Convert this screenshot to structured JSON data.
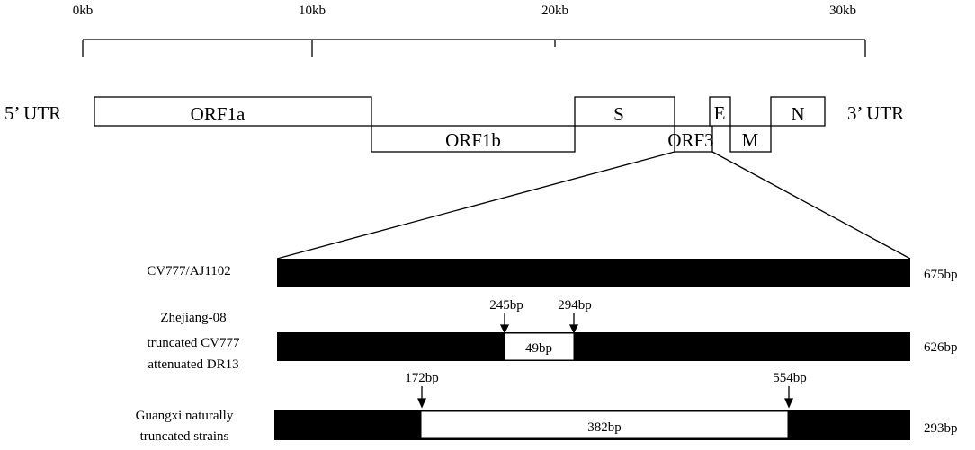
{
  "scale": {
    "ticks": [
      "0kb",
      "10kb",
      "20kb",
      "30kb"
    ]
  },
  "genome": {
    "utr5": "5’ UTR",
    "utr3": "3’ UTR",
    "orfs": {
      "orf1a": "ORF1a",
      "orf1b": "ORF1b",
      "s": "S",
      "orf3": "ORF3",
      "e": "E",
      "m": "M",
      "n": "N"
    }
  },
  "strains": [
    {
      "name_lines": [
        "CV777/AJ1102"
      ],
      "length": "675bp"
    },
    {
      "name_lines": [
        "Zhejiang-08",
        "truncated CV777",
        "attenuated DR13"
      ],
      "length": "626bp",
      "deletion_start": "245bp",
      "deletion_end": "294bp",
      "deletion_size": "49bp"
    },
    {
      "name_lines": [
        "Guangxi naturally",
        "truncated strains"
      ],
      "length": "293bp",
      "deletion_start": "172bp",
      "deletion_end": "554bp",
      "deletion_size": "382bp"
    }
  ],
  "colors": {
    "line": "#000000",
    "filled_bar": "#000000",
    "deletion": "#ffffff"
  }
}
